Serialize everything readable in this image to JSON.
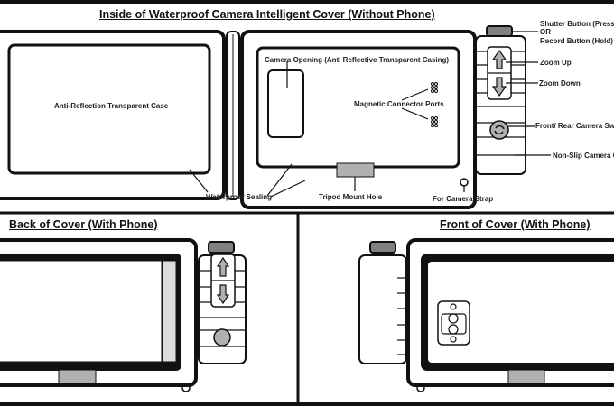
{
  "title": "Inside of Waterproof Camera Intelligent Cover (Without Phone)",
  "labels": {
    "case": "Anti-Reflection Transparent Case",
    "camera_opening": "Camera Opening (Anti Reflective Transparent Casing)",
    "magnetic": "Magnetic Connector Ports",
    "shutter": "Shutter Button (Press)",
    "or": "OR",
    "record": "Record Button (Hold)",
    "zoom_up": "Zoom Up",
    "zoom_down": "Zoom Down",
    "switch": "Front/ Rear Camera Switch",
    "grip": "Non-Slip Camera Grip",
    "sealing": "Waterproof Sealing",
    "tripod": "Tripod Mount Hole",
    "strap": "For Camera Strap"
  },
  "back_title": "Back of Cover (With Phone)",
  "front_title": "Front of Cover (With Phone)",
  "colors": {
    "line": "#111111",
    "fill_gray": "#b0b0b0",
    "button_gray": "#808080"
  }
}
